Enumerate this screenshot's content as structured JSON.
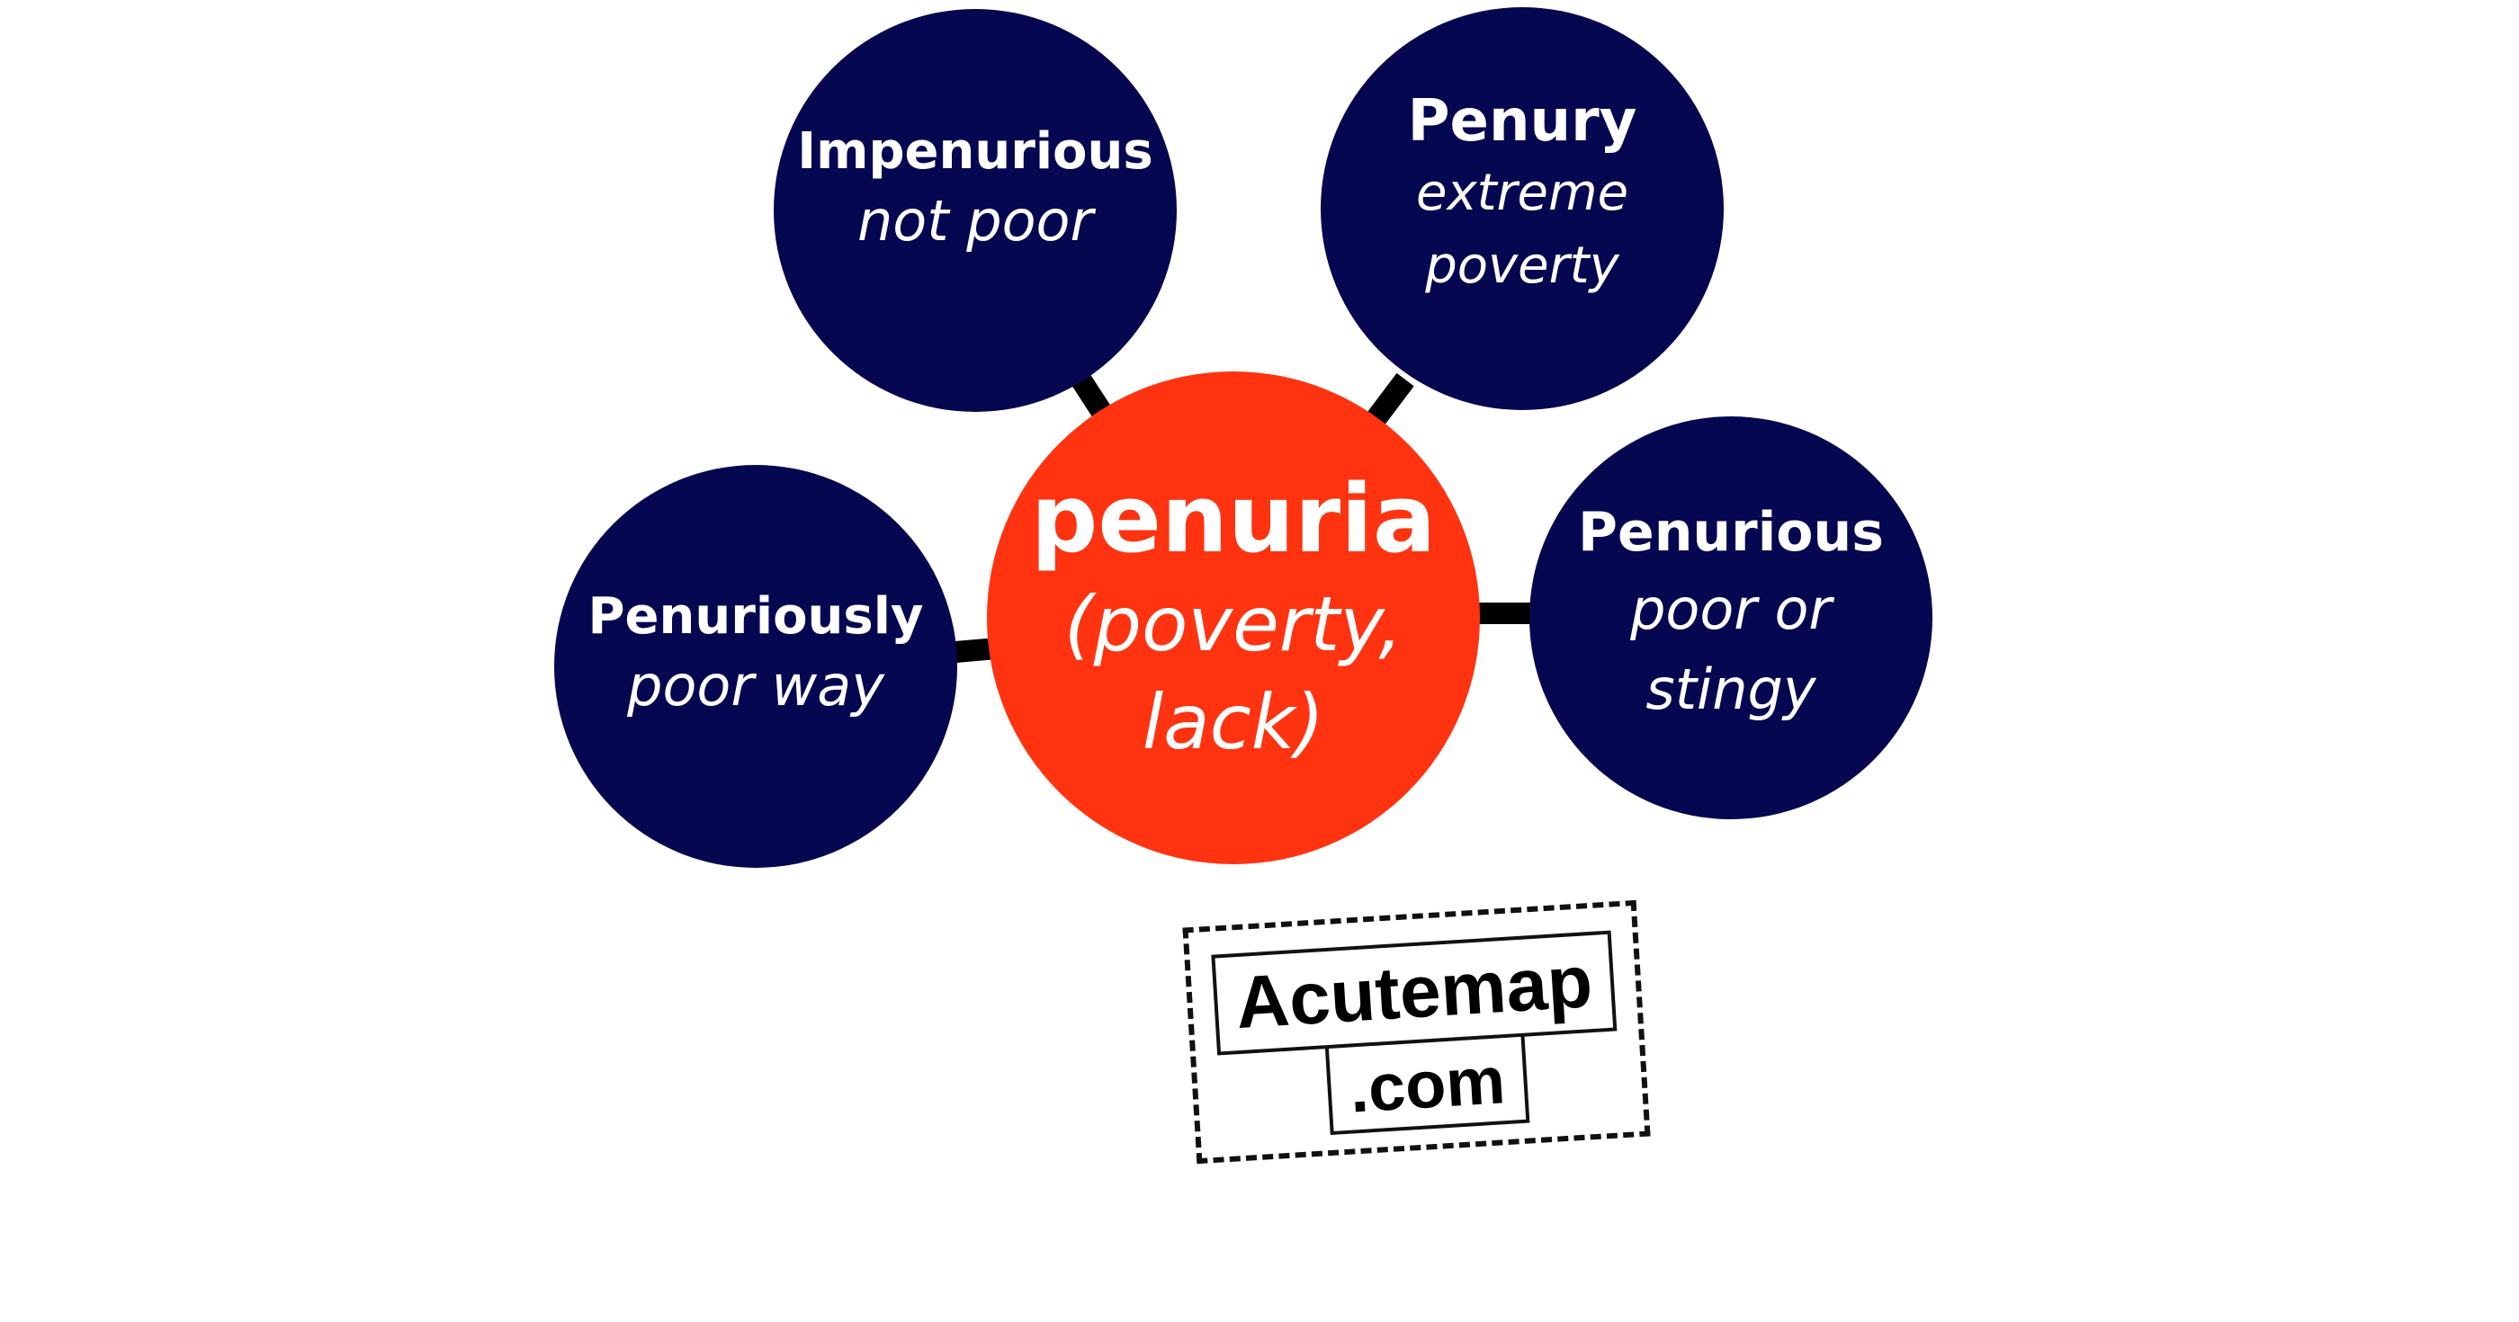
{
  "center": {
    "term": "penuria",
    "meaning_line1": "(poverty,",
    "meaning_line2": "lack)"
  },
  "nodes": [
    {
      "term": "Impenurious",
      "meaning_line1": "not poor",
      "meaning_line2": ""
    },
    {
      "term": "Penury",
      "meaning_line1": "extreme",
      "meaning_line2": "poverty"
    },
    {
      "term": "Penuriously",
      "meaning_line1": "poor way",
      "meaning_line2": ""
    },
    {
      "term": "Penurious",
      "meaning_line1": "poor or",
      "meaning_line2": "stingy"
    }
  ],
  "logo": {
    "line1": "Acutemap",
    "line2": ".com"
  },
  "colors": {
    "node": "#050751",
    "center": "#ff3310",
    "connector": "#000000",
    "text": "#ffffff"
  }
}
